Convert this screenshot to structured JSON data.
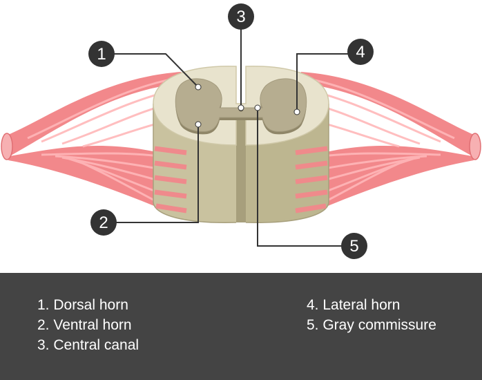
{
  "colors": {
    "nerve": "#f2888b",
    "nerve_dark": "#e06f73",
    "white_matter": "#e8e3cd",
    "white_matter_side": "#bdb690",
    "gray_matter": "#b6ad90",
    "gray_matter_edge": "#8f8668",
    "badge": "#333333",
    "legend_bg": "#444444",
    "legend_text": "#ffffff"
  },
  "markers": [
    {
      "number": "1"
    },
    {
      "number": "2"
    },
    {
      "number": "3"
    },
    {
      "number": "4"
    },
    {
      "number": "5"
    }
  ],
  "legend": {
    "left": [
      "1. Dorsal horn",
      "2. Ventral horn",
      "3. Central canal"
    ],
    "right": [
      "4. Lateral horn",
      "5. Gray commissure"
    ]
  }
}
